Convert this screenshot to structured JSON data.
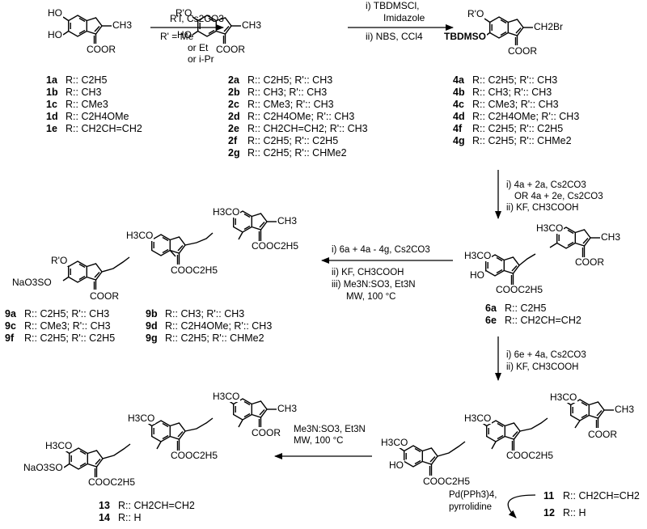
{
  "structures": {
    "s1": {
      "oh_top": "HO",
      "oh_bot": "HO",
      "ch3": "CH3",
      "coor": "COOR"
    },
    "s2": {
      "ro": "R'O",
      "oh": "HO",
      "ch3": "CH3",
      "coor": "COOR"
    },
    "s4": {
      "ro": "R'O",
      "tbdms": "TBDMSO",
      "ch2br": "CH2Br",
      "coor": "COOR"
    },
    "s6": {
      "meo_top": "H3CO",
      "meo_left": "H3CO",
      "oh": "HO",
      "ch3": "CH3",
      "coor": "COOR",
      "co2et": "COOC2H5"
    },
    "s9": {
      "meo_top": "H3CO",
      "meo_mid": "H3CO",
      "ro": "R'O",
      "naso3": "NaO3SO",
      "ch3": "CH3",
      "co2et_top": "COOC2H5",
      "co2et_mid": "COOC2H5",
      "coor": "COOR"
    },
    "s11": {
      "meo_top": "H3CO",
      "meo_mid": "H3CO",
      "meo_left": "H3CO",
      "oh": "HO",
      "ch3": "CH3",
      "coor": "COOR",
      "co2et_mid": "COOC2H5",
      "co2et_left": "COOC2H5"
    },
    "s13": {
      "meo_top": "H3CO",
      "meo_mid": "H3CO",
      "meo_left": "H3CO",
      "naso3": "NaO3SO",
      "ch3": "CH3",
      "coor": "COOR",
      "co2et_mid": "COOC2H5",
      "co2et_left": "COOC2H5"
    }
  },
  "steps": {
    "step1": {
      "line1": "R'I, Cs2CO3",
      "line2": "R' = Me",
      "line3": "or Et",
      "line4": "or i-Pr"
    },
    "step2": {
      "line1": "i) TBDMSCl,",
      "line2": "Imidazole",
      "line3": "ii) NBS, CCl4"
    },
    "step3": {
      "line1": "i) 4a + 2a, Cs2CO3",
      "line2": "OR  4a + 2e, Cs2CO3",
      "line3": "ii) KF, CH3COOH"
    },
    "step4": {
      "line1": "i) 6a + 4a - 4g, Cs2CO3",
      "line2": "ii) KF, CH3COOH",
      "line3": "iii) Me3N:SO3, Et3N",
      "line4": "MW, 100 °C"
    },
    "step5": {
      "line1": "i) 6e + 4a, Cs2CO3",
      "line2": "ii) KF, CH3COOH"
    },
    "step6": {
      "line1": "Me3N:SO3, Et3N",
      "line2": "MW, 100 °C"
    },
    "step7": {
      "line1": "Pd(PPh3)4,",
      "line2": "pyrrolidine"
    }
  },
  "compounds": {
    "c1": [
      {
        "id": "1a",
        "desc": "R:: C2H5"
      },
      {
        "id": "1b",
        "desc": "R:: CH3"
      },
      {
        "id": "1c",
        "desc": "R:: CMe3"
      },
      {
        "id": "1d",
        "desc": "R:: C2H4OMe"
      },
      {
        "id": "1e",
        "desc": "R:: CH2CH=CH2"
      }
    ],
    "c2": [
      {
        "id": "2a",
        "desc": "R:: C2H5; R':: CH3"
      },
      {
        "id": "2b",
        "desc": "R:: CH3; R':: CH3"
      },
      {
        "id": "2c",
        "desc": "R:: CMe3; R':: CH3"
      },
      {
        "id": "2d",
        "desc": "R:: C2H4OMe; R':: CH3"
      },
      {
        "id": "2e",
        "desc": "R:: CH2CH=CH2; R':: CH3"
      },
      {
        "id": "2f",
        "desc": "R:: C2H5; R':: C2H5"
      },
      {
        "id": "2g",
        "desc": "R:: C2H5; R':: CHMe2"
      }
    ],
    "c4": [
      {
        "id": "4a",
        "desc": "R:: C2H5; R':: CH3"
      },
      {
        "id": "4b",
        "desc": "R:: CH3; R':: CH3"
      },
      {
        "id": "4c",
        "desc": "R:: CMe3; R':: CH3"
      },
      {
        "id": "4d",
        "desc": "R:: C2H4OMe; R':: CH3"
      },
      {
        "id": "4f",
        "desc": "R:: C2H5; R':: C2H5"
      },
      {
        "id": "4g",
        "desc": "R:: C2H5; R':: CHMe2"
      }
    ],
    "c6": [
      {
        "id": "6a",
        "desc": "R:: C2H5"
      },
      {
        "id": "6e",
        "desc": "R:: CH2CH=CH2"
      }
    ],
    "c9": [
      {
        "id": "9a",
        "desc": "R:: C2H5; R':: CH3"
      },
      {
        "id": "9b",
        "desc": "R:: CH3; R':: CH3"
      },
      {
        "id": "9c",
        "desc": "R:: CMe3; R':: CH3"
      },
      {
        "id": "9d",
        "desc": "R:: C2H4OMe; R':: CH3"
      },
      {
        "id": "9f",
        "desc": "R:: C2H5; R':: C2H5"
      },
      {
        "id": "9g",
        "desc": "R:: C2H5; R':: CHMe2"
      }
    ],
    "c11": [
      {
        "id": "11",
        "desc": "R:: CH2CH=CH2"
      },
      {
        "id": "12",
        "desc": "R:: H"
      }
    ],
    "c13": [
      {
        "id": "13",
        "desc": "R:: CH2CH=CH2"
      },
      {
        "id": "14",
        "desc": "R:: H"
      }
    ]
  }
}
